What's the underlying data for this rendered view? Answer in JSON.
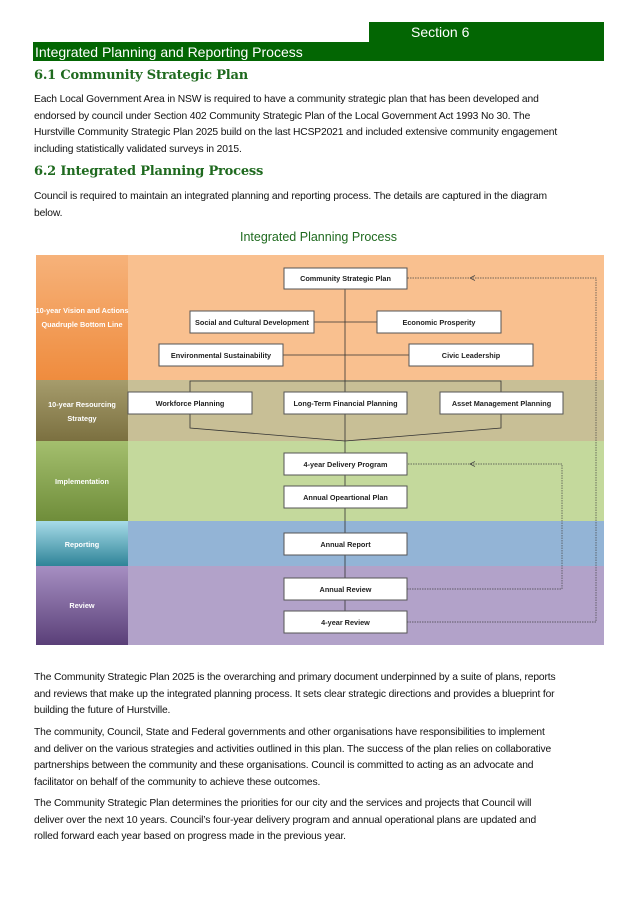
{
  "header": {
    "section": "Section 6",
    "title": "Integrated Planning and Reporting Process"
  },
  "s61": {
    "heading": "6.1 Community Strategic Plan",
    "lines": [
      "Each Local Government Area in NSW is required to have a community strategic plan that has been developed and",
      "endorsed by council under Section 402 Community Strategic Plan of the Local Government Act 1993 No 30. The",
      "Hurstville Community Strategic Plan 2025 build on the last HCSP2021 and included extensive community engagement",
      "including statistically validated surveys in 2015."
    ]
  },
  "s62": {
    "heading": "6.2 Integrated Planning Process",
    "lines": [
      "Council is required to maintain an integrated planning and reporting process. The details are captured in the diagram",
      "below."
    ]
  },
  "diagram": {
    "title": "Integrated Planning Process",
    "bands": [
      {
        "label": [
          "10-year Vision and Actions",
          "Quadruple Bottom Line"
        ],
        "color": "#f9c08f",
        "side": "#f0954c"
      },
      {
        "label": [
          "10-year Resourcing",
          "Strategy"
        ],
        "color": "#c8bf96",
        "side": "#8a7f50"
      },
      {
        "label": [
          "Implementation"
        ],
        "color": "#c4d99c",
        "side": "#7f9d48"
      },
      {
        "label": [
          "Reporting"
        ],
        "color": "#93b4d6",
        "side": "#4e9fb3"
      },
      {
        "label": [
          "Review"
        ],
        "color": "#b2a2c9",
        "side": "#6c5189"
      }
    ],
    "boxes": {
      "csp": "Community Strategic Plan",
      "social": "Social and Cultural Development",
      "economic": "Economic Prosperity",
      "environmental": "Environmental Sustainability",
      "civic": "Civic Leadership",
      "workforce": "Workforce Planning",
      "ltfp": "Long-Term Financial Planning",
      "asset": "Asset Management Planning",
      "delivery": "4-year Delivery Program",
      "operational": "Annual Opeartional Plan",
      "report": "Annual Report",
      "annual_review": "Annual Review",
      "four_year_review": "4-year Review"
    }
  },
  "body": {
    "paragraphs": [
      [
        "The Community Strategic Plan 2025 is the overarching and primary document underpinned by a suite of plans, reports",
        "and reviews that make up the integrated planning process. It sets clear strategic directions and provides a blueprint for",
        "building the future of Hurstville."
      ],
      [
        "The community, Council, State and Federal governments and other organisations have responsibilities to implement",
        "and deliver on the various strategies and activities outlined in this plan. The success of the plan relies on collaborative",
        "partnerships between the community and these organisations. Council is committed to acting as an advocate and",
        "facilitator on behalf of the community to achieve these outcomes."
      ],
      [
        "The Community Strategic Plan determines the priorities for our city and the services and projects that Council will",
        "deliver over the next 10 years.  Council’s four-year delivery program and annual operational plans are updated and",
        "rolled forward each year based on progress made in the previous year."
      ]
    ]
  }
}
